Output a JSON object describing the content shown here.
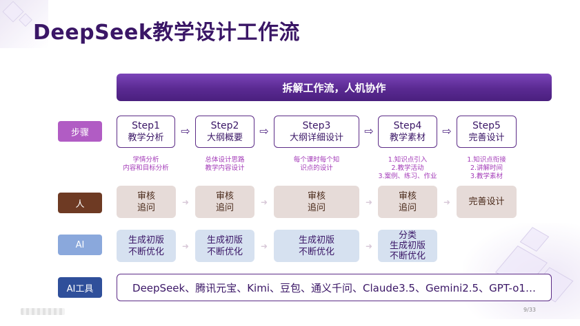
{
  "title": "DeepSeek教学设计工作流",
  "banner": "拆解工作流，人机协作",
  "row_labels": {
    "steps": "步骤",
    "human": "人",
    "ai": "AI",
    "tools": "AI工具"
  },
  "steps": [
    {
      "num": "Step1",
      "name": "教学分析",
      "note": [
        "学情分析",
        "内容和目标分析"
      ]
    },
    {
      "num": "Step2",
      "name": "大纲概要",
      "note": [
        "总体设计思路",
        "教学内容设计"
      ]
    },
    {
      "num": "Step3",
      "name": "大纲详细设计",
      "note": [
        "每个课时每个知",
        "识点的设计"
      ]
    },
    {
      "num": "Step4",
      "name": "教学素材",
      "note": [
        "1.知识点引入",
        "2.教学活动",
        "3.案例、练习、作业"
      ]
    },
    {
      "num": "Step5",
      "name": "完善设计",
      "note": [
        "1.知识点衔接",
        "2.讲解时间",
        "3.教学素材"
      ]
    }
  ],
  "human": [
    [
      "审核",
      "追问"
    ],
    [
      "审核",
      "追问"
    ],
    [
      "审核",
      "追问"
    ],
    [
      "审核",
      "追问"
    ],
    [
      "完善设计"
    ]
  ],
  "ai": [
    [
      "生成初版",
      "不断优化"
    ],
    [
      "生成初版",
      "不断优化"
    ],
    [
      "生成初版",
      "不断优化"
    ],
    [
      "分类",
      "生成初版",
      "不断优化"
    ]
  ],
  "tools": "DeepSeek、腾讯元宝、Kimi、豆包、通义千问、Claude3.5、Gemini2.5、GPT-o1…",
  "page_number": "9/33",
  "icons": {
    "flow_arrow": "hollow-right-arrow-icon",
    "pale_arrow": "pale-right-arrow-icon"
  },
  "colors": {
    "title": "#3a1666",
    "banner": "#5a2a92",
    "step_border": "#5b2a86",
    "note": "#a33ab8",
    "label_steps": "#b15cc4",
    "label_human": "#6e3a23",
    "label_ai": "#8aa8dc",
    "label_tools": "#2f4f9a",
    "human_cell": "#e6dbd8",
    "ai_cell": "#d6e1f0"
  }
}
